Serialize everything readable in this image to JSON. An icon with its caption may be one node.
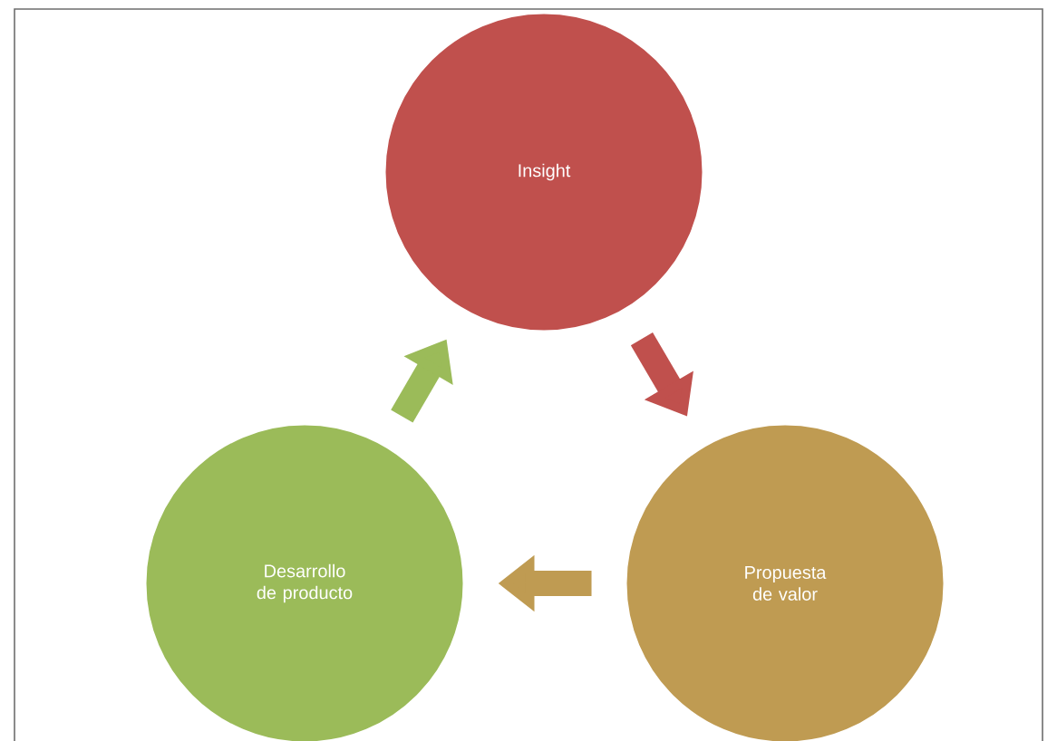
{
  "diagram": {
    "nodes": [
      {
        "text": [
          "Insight"
        ]
      },
      {
        "text": [
          "Propuesta de valor"
        ]
      },
      {
        "text": [
          "Desarrollo de producto"
        ]
      }
    ],
    "edges": [
      {
        "from": 0,
        "to": 1,
        "arrow": "to",
        "color": "#c0504d"
      },
      {
        "from": 1,
        "to": 2,
        "arrow": "to",
        "color": "#bf9b52"
      },
      {
        "from": 2,
        "to": 0,
        "arrow": "to",
        "color": "#9bbb59"
      }
    ]
  }
}
